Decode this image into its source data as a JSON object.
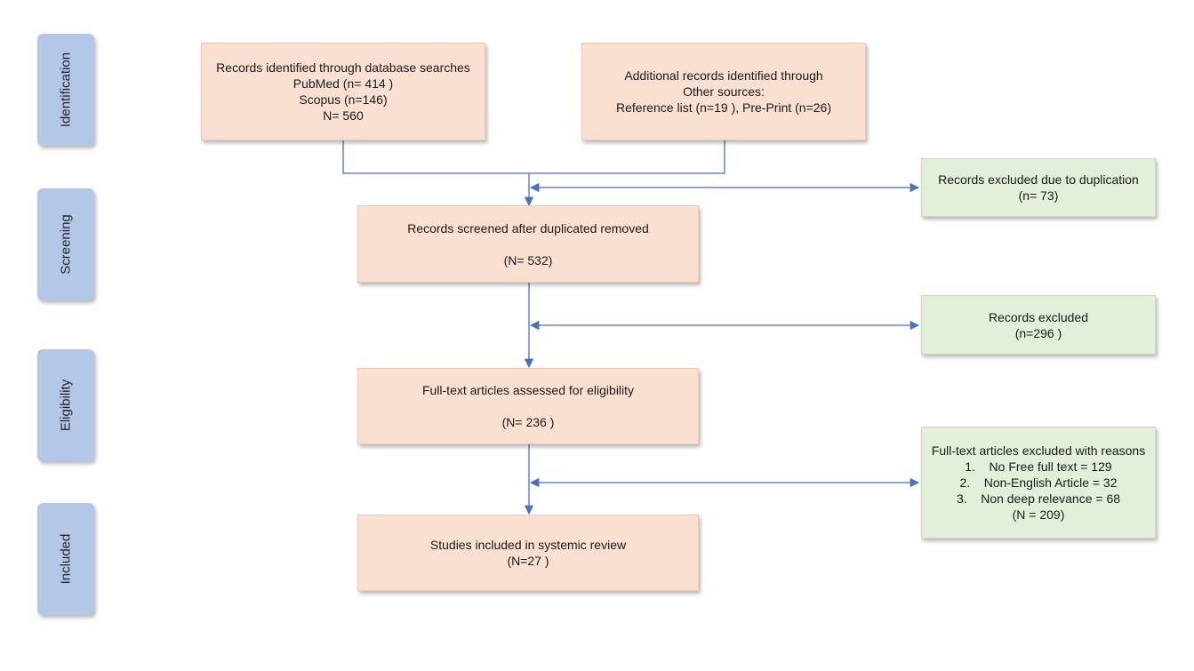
{
  "stages": {
    "identification": "Identification",
    "screening": "Screening",
    "eligibility": "Eligibility",
    "included": "Included"
  },
  "identification": {
    "database": {
      "title": "Records identified through database searches",
      "line1": "PubMed (n= 414 )",
      "line2": "Scopus (n=146)",
      "line3": "N= 560"
    },
    "other": {
      "title": "Additional records identified through",
      "line1": "Other sources:",
      "line2": "Reference list (n=19 ), Pre-Print (n=26)"
    }
  },
  "screening": {
    "screened": {
      "title": "Records screened after duplicated removed",
      "count": "(N= 532)"
    },
    "duplicates": {
      "title": "Records excluded due to duplication",
      "count": "(n= 73)"
    },
    "excluded": {
      "title": "Records excluded",
      "count": "(n=296 )"
    }
  },
  "eligibility": {
    "assessed": {
      "title": "Full-text articles assessed for eligibility",
      "count": "(N= 236  )"
    },
    "excluded_reasons": {
      "title": "Full-text articles excluded with reasons",
      "reasons": [
        "1.    No Free full text = 129",
        "2.    Non-English Article = 32",
        "3.    Non deep relevance = 68"
      ],
      "count": "(N = 209)"
    }
  },
  "included": {
    "studies": {
      "title": "Studies included in systemic review",
      "count": "(N=27 )"
    }
  },
  "colors": {
    "stage": "#b4c7e7",
    "process_box": "#fae0d1",
    "excluded_box": "#e2efd9",
    "connector": "#4472c4"
  }
}
